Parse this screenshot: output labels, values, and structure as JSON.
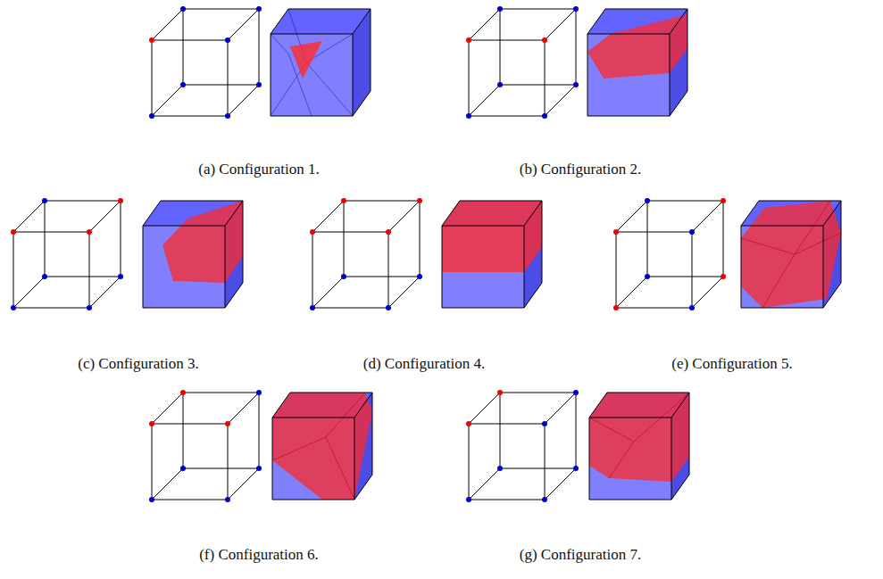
{
  "diagram": {
    "labels": [
      "(a) Configuration 1.",
      "(b) Configuration 2.",
      "(c) Configuration 3.",
      "(d) Configuration 4.",
      "(e) Configuration 5.",
      "(f) Configuration 6.",
      "(g) Configuration 7."
    ]
  }
}
